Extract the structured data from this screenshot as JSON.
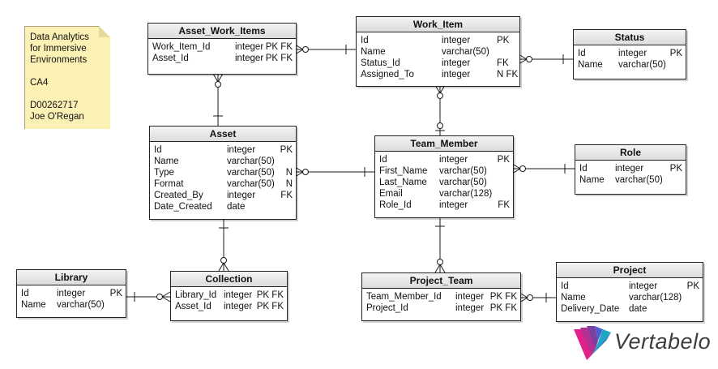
{
  "note": {
    "lines": [
      "Data Analytics",
      "for Immersive",
      "Environments",
      "",
      "CA4",
      "",
      "D00262717",
      "Joe O'Regan"
    ]
  },
  "brand": {
    "name": "Vertabelo",
    "colors": [
      "#e0218a",
      "#7b3fa0",
      "#4c5fd0",
      "#1ea8c6"
    ]
  },
  "colors": {
    "border": "#222222",
    "header_bg": "#e4e4e4",
    "note_bg": "#fbf1b4",
    "line": "#1a1a1a"
  },
  "entities": [
    {
      "id": "asset_work_items",
      "name": "Asset_Work_Items",
      "columns": [
        {
          "name": "Work_Item_Id",
          "type": "integer",
          "key": "PK FK"
        },
        {
          "name": "Asset_Id",
          "type": "integer",
          "key": "PK FK"
        }
      ]
    },
    {
      "id": "work_item",
      "name": "Work_Item",
      "columns": [
        {
          "name": "Id",
          "type": "integer",
          "key": "PK"
        },
        {
          "name": "Name",
          "type": "varchar(50)",
          "key": ""
        },
        {
          "name": "Status_Id",
          "type": "integer",
          "key": "FK"
        },
        {
          "name": "Assigned_To",
          "type": "integer",
          "key": "N FK"
        }
      ]
    },
    {
      "id": "status",
      "name": "Status",
      "columns": [
        {
          "name": "Id",
          "type": "integer",
          "key": "PK"
        },
        {
          "name": "Name",
          "type": "varchar(50)",
          "key": ""
        }
      ]
    },
    {
      "id": "asset",
      "name": "Asset",
      "columns": [
        {
          "name": "Id",
          "type": "integer",
          "key": "PK"
        },
        {
          "name": "Name",
          "type": "varchar(50)",
          "key": ""
        },
        {
          "name": "Type",
          "type": "varchar(50)",
          "key": "N"
        },
        {
          "name": "Format",
          "type": "varchar(50)",
          "key": "N"
        },
        {
          "name": "Created_By",
          "type": "integer",
          "key": "FK"
        },
        {
          "name": "Date_Created",
          "type": "date",
          "key": ""
        }
      ]
    },
    {
      "id": "team_member",
      "name": "Team_Member",
      "columns": [
        {
          "name": "Id",
          "type": "integer",
          "key": "PK"
        },
        {
          "name": "First_Name",
          "type": "varchar(50)",
          "key": ""
        },
        {
          "name": "Last_Name",
          "type": "varchar(50)",
          "key": ""
        },
        {
          "name": "Email",
          "type": "varchar(128)",
          "key": ""
        },
        {
          "name": "Role_Id",
          "type": "integer",
          "key": "FK"
        }
      ]
    },
    {
      "id": "role",
      "name": "Role",
      "columns": [
        {
          "name": "Id",
          "type": "integer",
          "key": "PK"
        },
        {
          "name": "Name",
          "type": "varchar(50)",
          "key": ""
        }
      ]
    },
    {
      "id": "library",
      "name": "Library",
      "columns": [
        {
          "name": "Id",
          "type": "integer",
          "key": "PK"
        },
        {
          "name": "Name",
          "type": "varchar(50)",
          "key": ""
        }
      ]
    },
    {
      "id": "collection",
      "name": "Collection",
      "columns": [
        {
          "name": "Library_Id",
          "type": "integer",
          "key": "PK FK"
        },
        {
          "name": "Asset_Id",
          "type": "integer",
          "key": "PK FK"
        }
      ]
    },
    {
      "id": "project_team",
      "name": "Project_Team",
      "columns": [
        {
          "name": "Team_Member_Id",
          "type": "integer",
          "key": "PK FK"
        },
        {
          "name": "Project_Id",
          "type": "integer",
          "key": "PK FK"
        }
      ]
    },
    {
      "id": "project",
      "name": "Project",
      "columns": [
        {
          "name": "Id",
          "type": "integer",
          "key": "PK"
        },
        {
          "name": "Name",
          "type": "varchar(128)",
          "key": ""
        },
        {
          "name": "Delivery_Date",
          "type": "date",
          "key": ""
        }
      ]
    }
  ],
  "relationships": [
    {
      "from": "work_item",
      "to": "asset_work_items",
      "cardinality": "one-to-many"
    },
    {
      "from": "asset",
      "to": "asset_work_items",
      "cardinality": "one-to-many"
    },
    {
      "from": "status",
      "to": "work_item",
      "cardinality": "one-to-many"
    },
    {
      "from": "team_member",
      "to": "work_item",
      "cardinality": "zero-or-one-to-many"
    },
    {
      "from": "team_member",
      "to": "asset",
      "cardinality": "one-to-many"
    },
    {
      "from": "role",
      "to": "team_member",
      "cardinality": "one-to-many"
    },
    {
      "from": "asset",
      "to": "collection",
      "cardinality": "one-to-many"
    },
    {
      "from": "library",
      "to": "collection",
      "cardinality": "one-to-many"
    },
    {
      "from": "team_member",
      "to": "project_team",
      "cardinality": "one-to-many"
    },
    {
      "from": "project",
      "to": "project_team",
      "cardinality": "one-to-many"
    }
  ]
}
